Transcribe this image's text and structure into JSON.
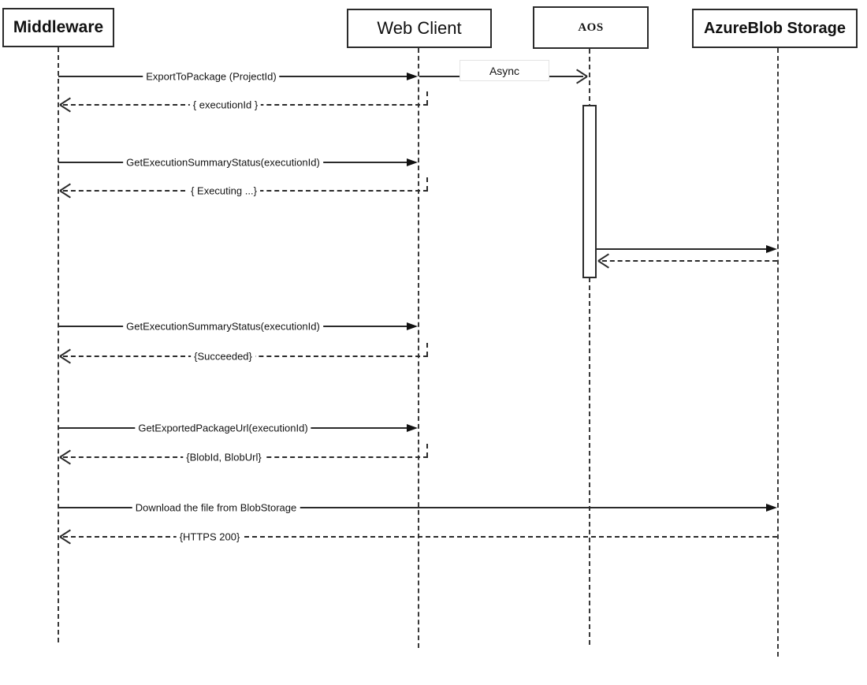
{
  "diagram": {
    "type": "sequence",
    "participants": [
      {
        "id": "middleware",
        "label": "Middleware"
      },
      {
        "id": "web-client",
        "label": "Web Client"
      },
      {
        "id": "aos",
        "label": "AOS"
      },
      {
        "id": "azureblob-storage",
        "label": "AzureBlob Storage"
      }
    ],
    "messages": [
      {
        "from": "Middleware",
        "to": "Web Client",
        "type": "sync-call",
        "label": "ExportToPackage (ProjectId)"
      },
      {
        "from": "Web Client",
        "to": "AOS",
        "type": "async-call",
        "label": "Async"
      },
      {
        "from": "Web Client",
        "to": "Middleware",
        "type": "return",
        "label": "{ executionId }"
      },
      {
        "from": "Middleware",
        "to": "Web Client",
        "type": "sync-call",
        "label": "GetExecutionSummaryStatus(executionId)"
      },
      {
        "from": "Web Client",
        "to": "Middleware",
        "type": "return",
        "label": "{ Executing ...}"
      },
      {
        "from": "AOS",
        "to": "AzureBlob Storage",
        "type": "sync-call",
        "label": ""
      },
      {
        "from": "AzureBlob Storage",
        "to": "AOS",
        "type": "return",
        "label": ""
      },
      {
        "from": "Middleware",
        "to": "Web Client",
        "type": "sync-call",
        "label": "GetExecutionSummaryStatus(executionId)"
      },
      {
        "from": "Web Client",
        "to": "Middleware",
        "type": "return",
        "label": "{Succeeded}"
      },
      {
        "from": "Middleware",
        "to": "Web Client",
        "type": "sync-call",
        "label": "GetExportedPackageUrl(executionId)"
      },
      {
        "from": "Web Client",
        "to": "Middleware",
        "type": "return",
        "label": "{BlobId, BlobUrl}"
      },
      {
        "from": "Middleware",
        "to": "AzureBlob Storage",
        "type": "sync-call",
        "label": "Download the file from BlobStorage"
      },
      {
        "from": "AzureBlob Storage",
        "to": "Middleware",
        "type": "return",
        "label": "{HTTPS 200}"
      }
    ]
  }
}
